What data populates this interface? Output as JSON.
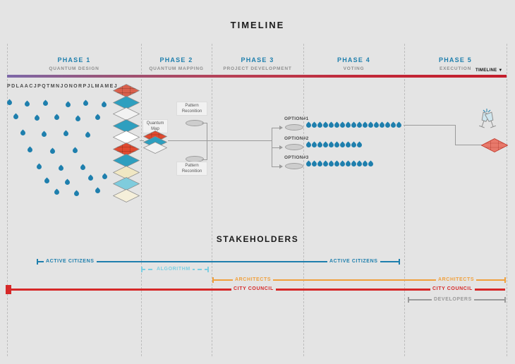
{
  "header": {
    "title": "TIMELINE",
    "timeline_tag": "TIMELINE ▼"
  },
  "phases": [
    {
      "name": "PHASE 1",
      "subtitle": "QUANTUM DESIGN"
    },
    {
      "name": "PHASE 2",
      "subtitle": "QUANTUM MAPPING"
    },
    {
      "name": "PHASE 3",
      "subtitle": "PROJECT DEVELOPMENT"
    },
    {
      "name": "PHASE 4",
      "subtitle": "VOTING"
    },
    {
      "name": "PHASE 5",
      "subtitle": "EXECUTION"
    }
  ],
  "colors": {
    "phase_title": "#1e7fad",
    "phase_subtitle": "#8f8f8f",
    "drop": "#1e7fad",
    "connector": "#9a9a9a",
    "timeline_bar_gradient": [
      "#7d68a8",
      "#b84055",
      "#c41e2c"
    ]
  },
  "phase1": {
    "letters": "PDLAACJPQTMNJONORPJLMAMEJ",
    "drops": [
      [
        13,
        145
      ],
      [
        38,
        147
      ],
      [
        64,
        146
      ],
      [
        96,
        148
      ],
      [
        121,
        146
      ],
      [
        147,
        148
      ],
      [
        22,
        165
      ],
      [
        52,
        167
      ],
      [
        80,
        166
      ],
      [
        110,
        168
      ],
      [
        138,
        166
      ],
      [
        32,
        188
      ],
      [
        62,
        190
      ],
      [
        93,
        189
      ],
      [
        124,
        191
      ],
      [
        42,
        212
      ],
      [
        74,
        214
      ],
      [
        106,
        213
      ],
      [
        55,
        236
      ],
      [
        86,
        238
      ],
      [
        117,
        237
      ],
      [
        66,
        256
      ],
      [
        95,
        258
      ],
      [
        128,
        252
      ],
      [
        148,
        250
      ],
      [
        80,
        272
      ],
      [
        108,
        274
      ],
      [
        138,
        270
      ]
    ],
    "layers": [
      {
        "color": "#d9604c",
        "grid": true
      },
      {
        "color": "#2e9fbf",
        "grid": false
      },
      {
        "color": "#f2f2f2",
        "grid": false
      },
      {
        "color": "#2e9fbf",
        "grid": false
      },
      {
        "color": "#ffffff",
        "grid": false
      },
      {
        "color": "#e04a30",
        "grid": true
      },
      {
        "color": "#2e9fbf",
        "grid": false
      },
      {
        "color": "#f0e7c3",
        "grid": false
      },
      {
        "color": "#7fccdd",
        "grid": false
      },
      {
        "color": "#f5efda",
        "grid": false
      }
    ]
  },
  "phase2": {
    "quantum_map_label": "Quantum Map",
    "pattern_top": "Pattern Reconition",
    "pattern_bottom": "Pattern Reconition",
    "map_layers": [
      {
        "color": "#e04a30",
        "grid": true
      },
      {
        "color": "#2e9fbf",
        "grid": false
      },
      {
        "color": "#f2f2f2",
        "grid": false
      }
    ]
  },
  "phase3": {
    "options": [
      "OPTION#1",
      "OPTION#2",
      "OPTION#3"
    ]
  },
  "phase4": {
    "votes": [
      17,
      10,
      12
    ]
  },
  "stakeholders": {
    "title": "STAKEHOLDERS",
    "bars": [
      {
        "name": "active-citizens",
        "color": "#1e7fad",
        "labels": [
          "ACTIVE CITIZENS",
          "ACTIVE CITIZENS"
        ]
      },
      {
        "name": "algorithm",
        "color": "#7ccfe2",
        "labels": [
          "ALGORITHM"
        ]
      },
      {
        "name": "architects",
        "color": "#f0a03c",
        "labels": [
          "ARCHITECTS",
          "ARCHITECTS"
        ]
      },
      {
        "name": "city-council",
        "color": "#d62828",
        "labels": [
          "CITY COUNCIL",
          "CITY COUNCIL"
        ]
      },
      {
        "name": "developers",
        "color": "#9a9a9a",
        "labels": [
          "DEVELOPERS"
        ]
      }
    ]
  }
}
